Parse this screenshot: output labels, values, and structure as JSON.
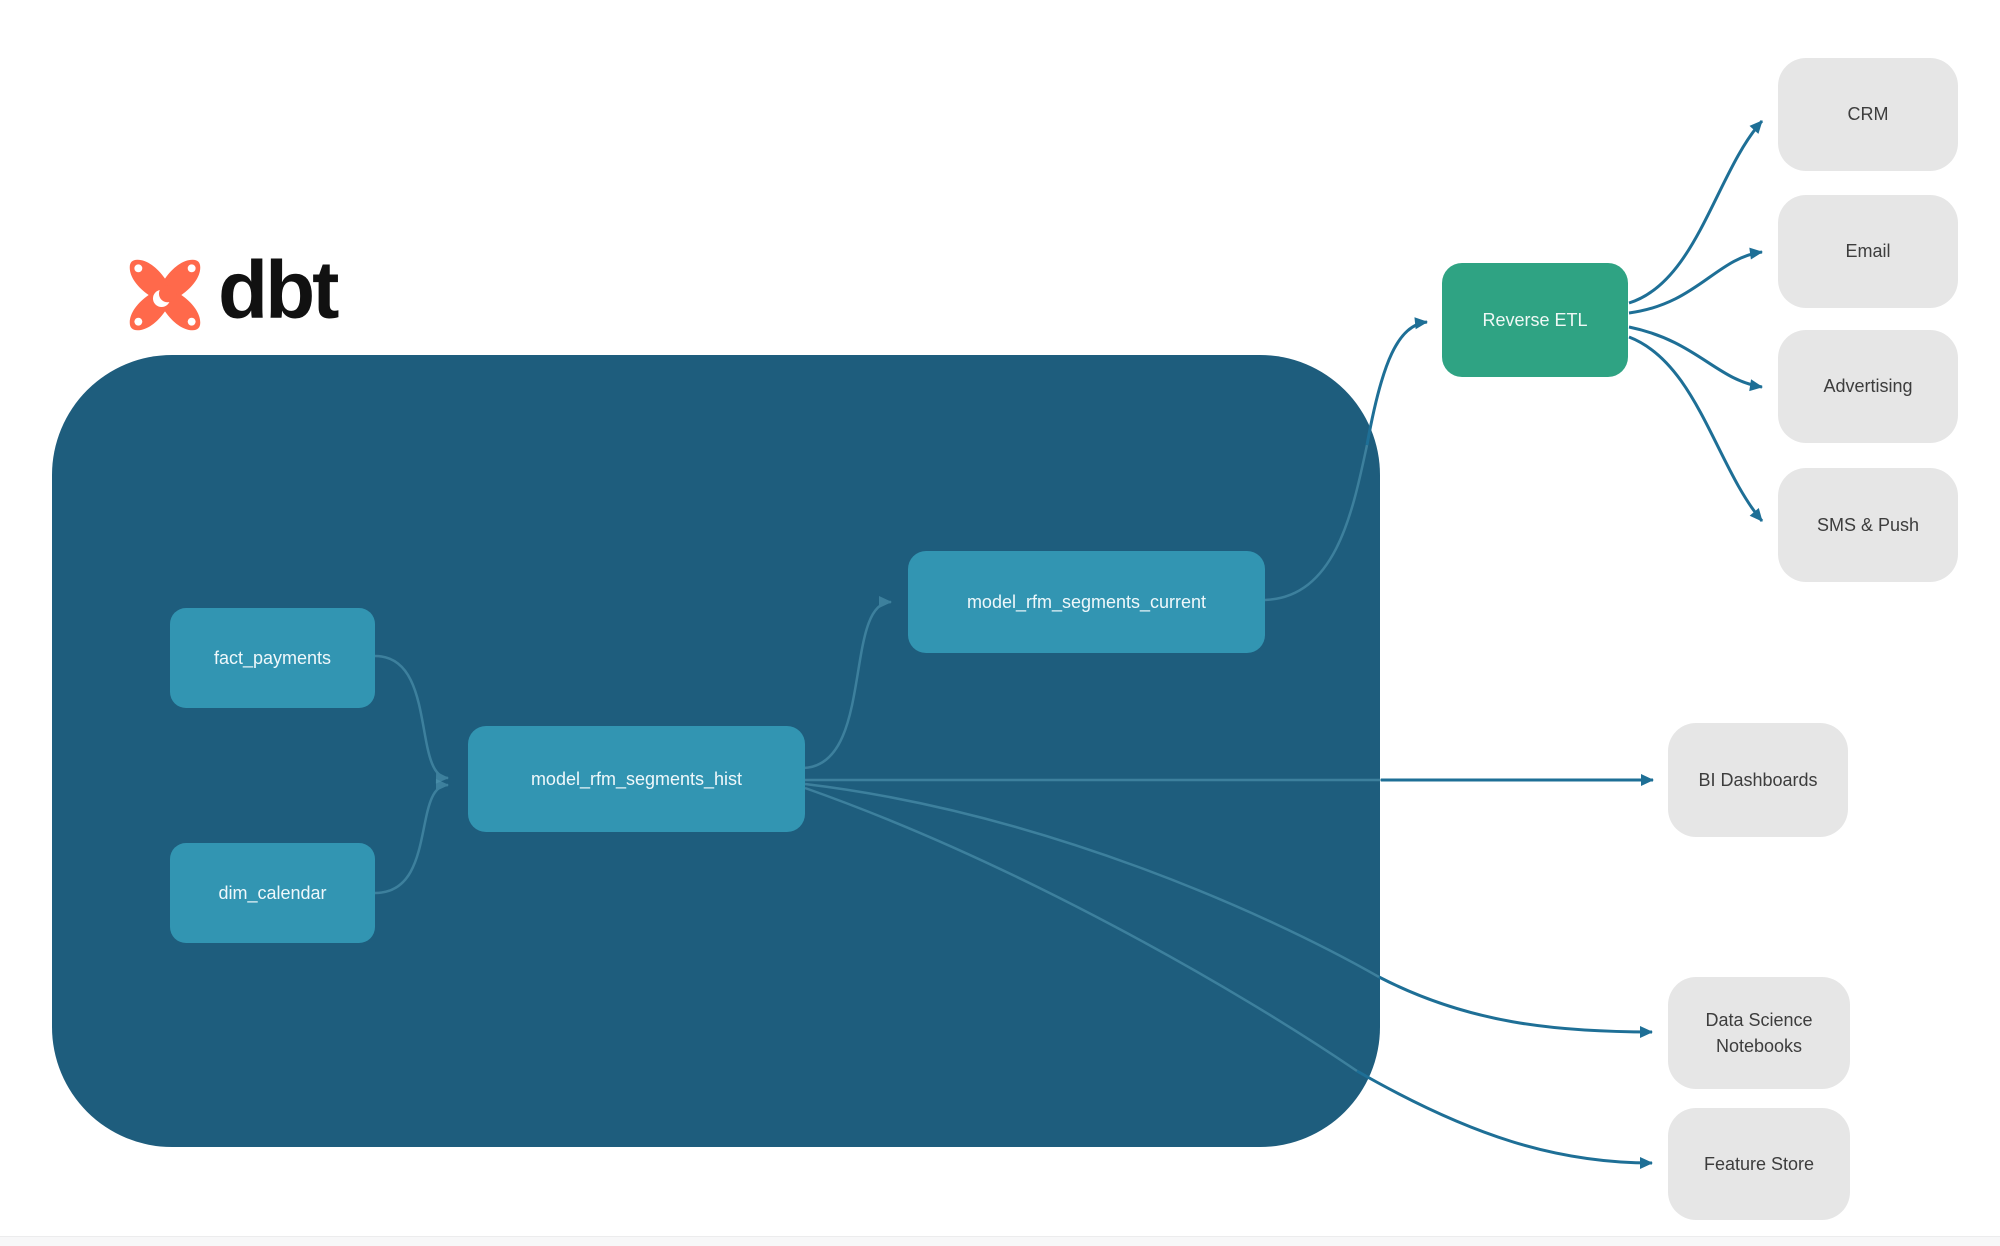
{
  "colors": {
    "page-bg": "#FFFFFF",
    "container-bg": "#1E5D7D",
    "node-bg": "#3295B2",
    "node-text": "#EFF8FB",
    "etl-bg": "#2FA383",
    "etl-text": "#EFF8F5",
    "dest-bg": "#E6E6E6",
    "dest-text": "#3D3D3D",
    "edge-strong": "#1E6F96",
    "edge-soft": "#4F94AF",
    "logo-orange": "#FF694B",
    "logo-text": "#111111",
    "footer-strip": "#F7F7F8"
  },
  "logo": {
    "brand": "dbt"
  },
  "warehouse": {
    "nodes": {
      "fact_payments": {
        "label": "fact_payments"
      },
      "dim_calendar": {
        "label": "dim_calendar"
      },
      "hist": {
        "label": "model_rfm_segments_hist"
      },
      "current": {
        "label": "model_rfm_segments_current"
      }
    }
  },
  "reverse_etl": {
    "label": "Reverse ETL"
  },
  "destinations": {
    "crm": {
      "label": "CRM"
    },
    "email": {
      "label": "Email"
    },
    "advertising": {
      "label": "Advertising"
    },
    "sms_push": {
      "label": "SMS & Push"
    },
    "bi_dashboards": {
      "label": "BI Dashboards"
    },
    "ds_notebooks": {
      "label": "Data Science Notebooks"
    },
    "feature_store": {
      "label": "Feature Store"
    }
  }
}
